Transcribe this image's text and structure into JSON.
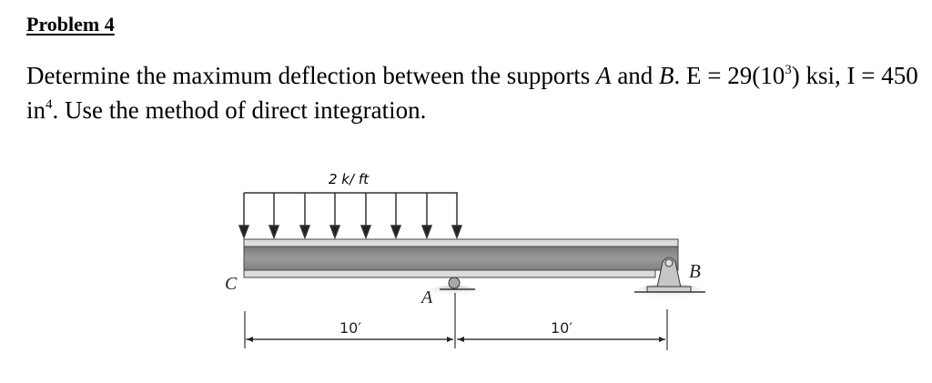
{
  "problem": {
    "title": "Problem 4",
    "text_part1": "Determine the maximum deflection between the supports ",
    "support_a": "A",
    "text_and": " and ",
    "support_b": "B",
    "text_part2": ". E = 29(10",
    "e_exp": "3",
    "text_part3": ") ksi, I = 450 in",
    "i_exp": "4",
    "text_part4": ". Use the method of direct integration."
  },
  "figure": {
    "load_label": "2 k/ ft",
    "point_c": "C",
    "point_a": "A",
    "point_b": "B",
    "dim_left": "10′",
    "dim_right": "10′",
    "beam_color": "#8c8c8c",
    "flange_color": "#d9d9d9"
  }
}
